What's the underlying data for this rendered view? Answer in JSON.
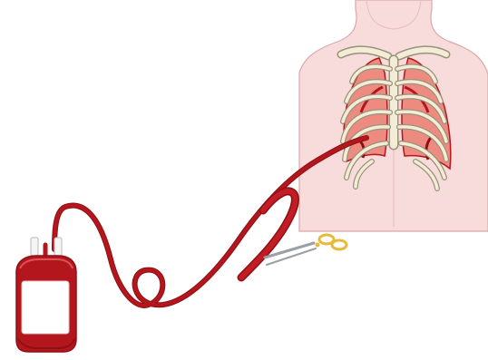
{
  "figure": {
    "elements": [
      "blood-bag",
      "transfusion-tube",
      "tube-clamp",
      "patient-torso",
      "rib-cage",
      "lungs"
    ]
  },
  "colors": {
    "blood": "#b3161d",
    "blood_dark": "#8f0f15",
    "skin": "#f8dcdc",
    "skin_outline": "#d9a8a8",
    "lung": "#ee8b80",
    "bone": "#f3ecd6",
    "bone_outline": "#9a927a",
    "clamp_gold": "#e9b93a",
    "clamp_steel": "#9aa0a6",
    "bag_label": "#ffffff"
  }
}
